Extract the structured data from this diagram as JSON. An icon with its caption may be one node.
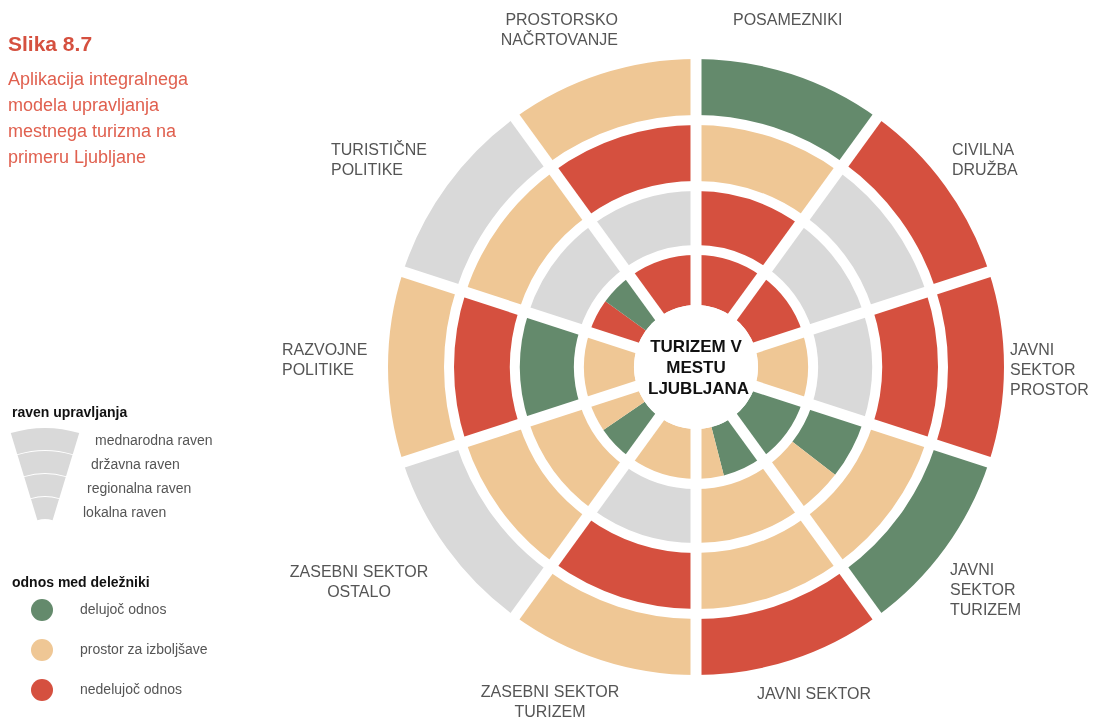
{
  "diagram": {
    "title": "Slika 8.7",
    "caption": "Aplikacija integralnega modela upravljanja mestnega turizma na primeru Ljubljane",
    "nodes": [
      {
        "text": [
          "TURIZEM V MESTU LJUBLJANA"
        ]
      }
    ],
    "labels": [
      "PROSTORSKO NAČRTOVANJE",
      "POSAMEZNIKI",
      "CIVILNA DRUŽBA",
      "TURISTIČNE POLITIKE",
      "RAZVOJNE POLITIKE",
      "JAVNI SEKTOR PROSTOR",
      "raven upravljanja",
      "ZASEBNI SEKTOR OSTALO",
      "JAVNI SEKTOR TURIZEM",
      "odnos med deležniki",
      "ZASEBNI SEKTOR TURIZEM",
      "JAVNI SEKTOR"
    ],
    "legend": [
      {
        "text": "mednarodna raven"
      },
      {
        "text": "državna raven"
      },
      {
        "text": "regionalna raven"
      },
      {
        "text": "lokalna raven"
      },
      {
        "text": "delujoč odnos",
        "color": "#648a6c"
      },
      {
        "text": "prostor za izboljšave",
        "color": "#efc795"
      },
      {
        "text": "nedelujoč odnos",
        "color": "#d5503f"
      }
    ]
  }
}
